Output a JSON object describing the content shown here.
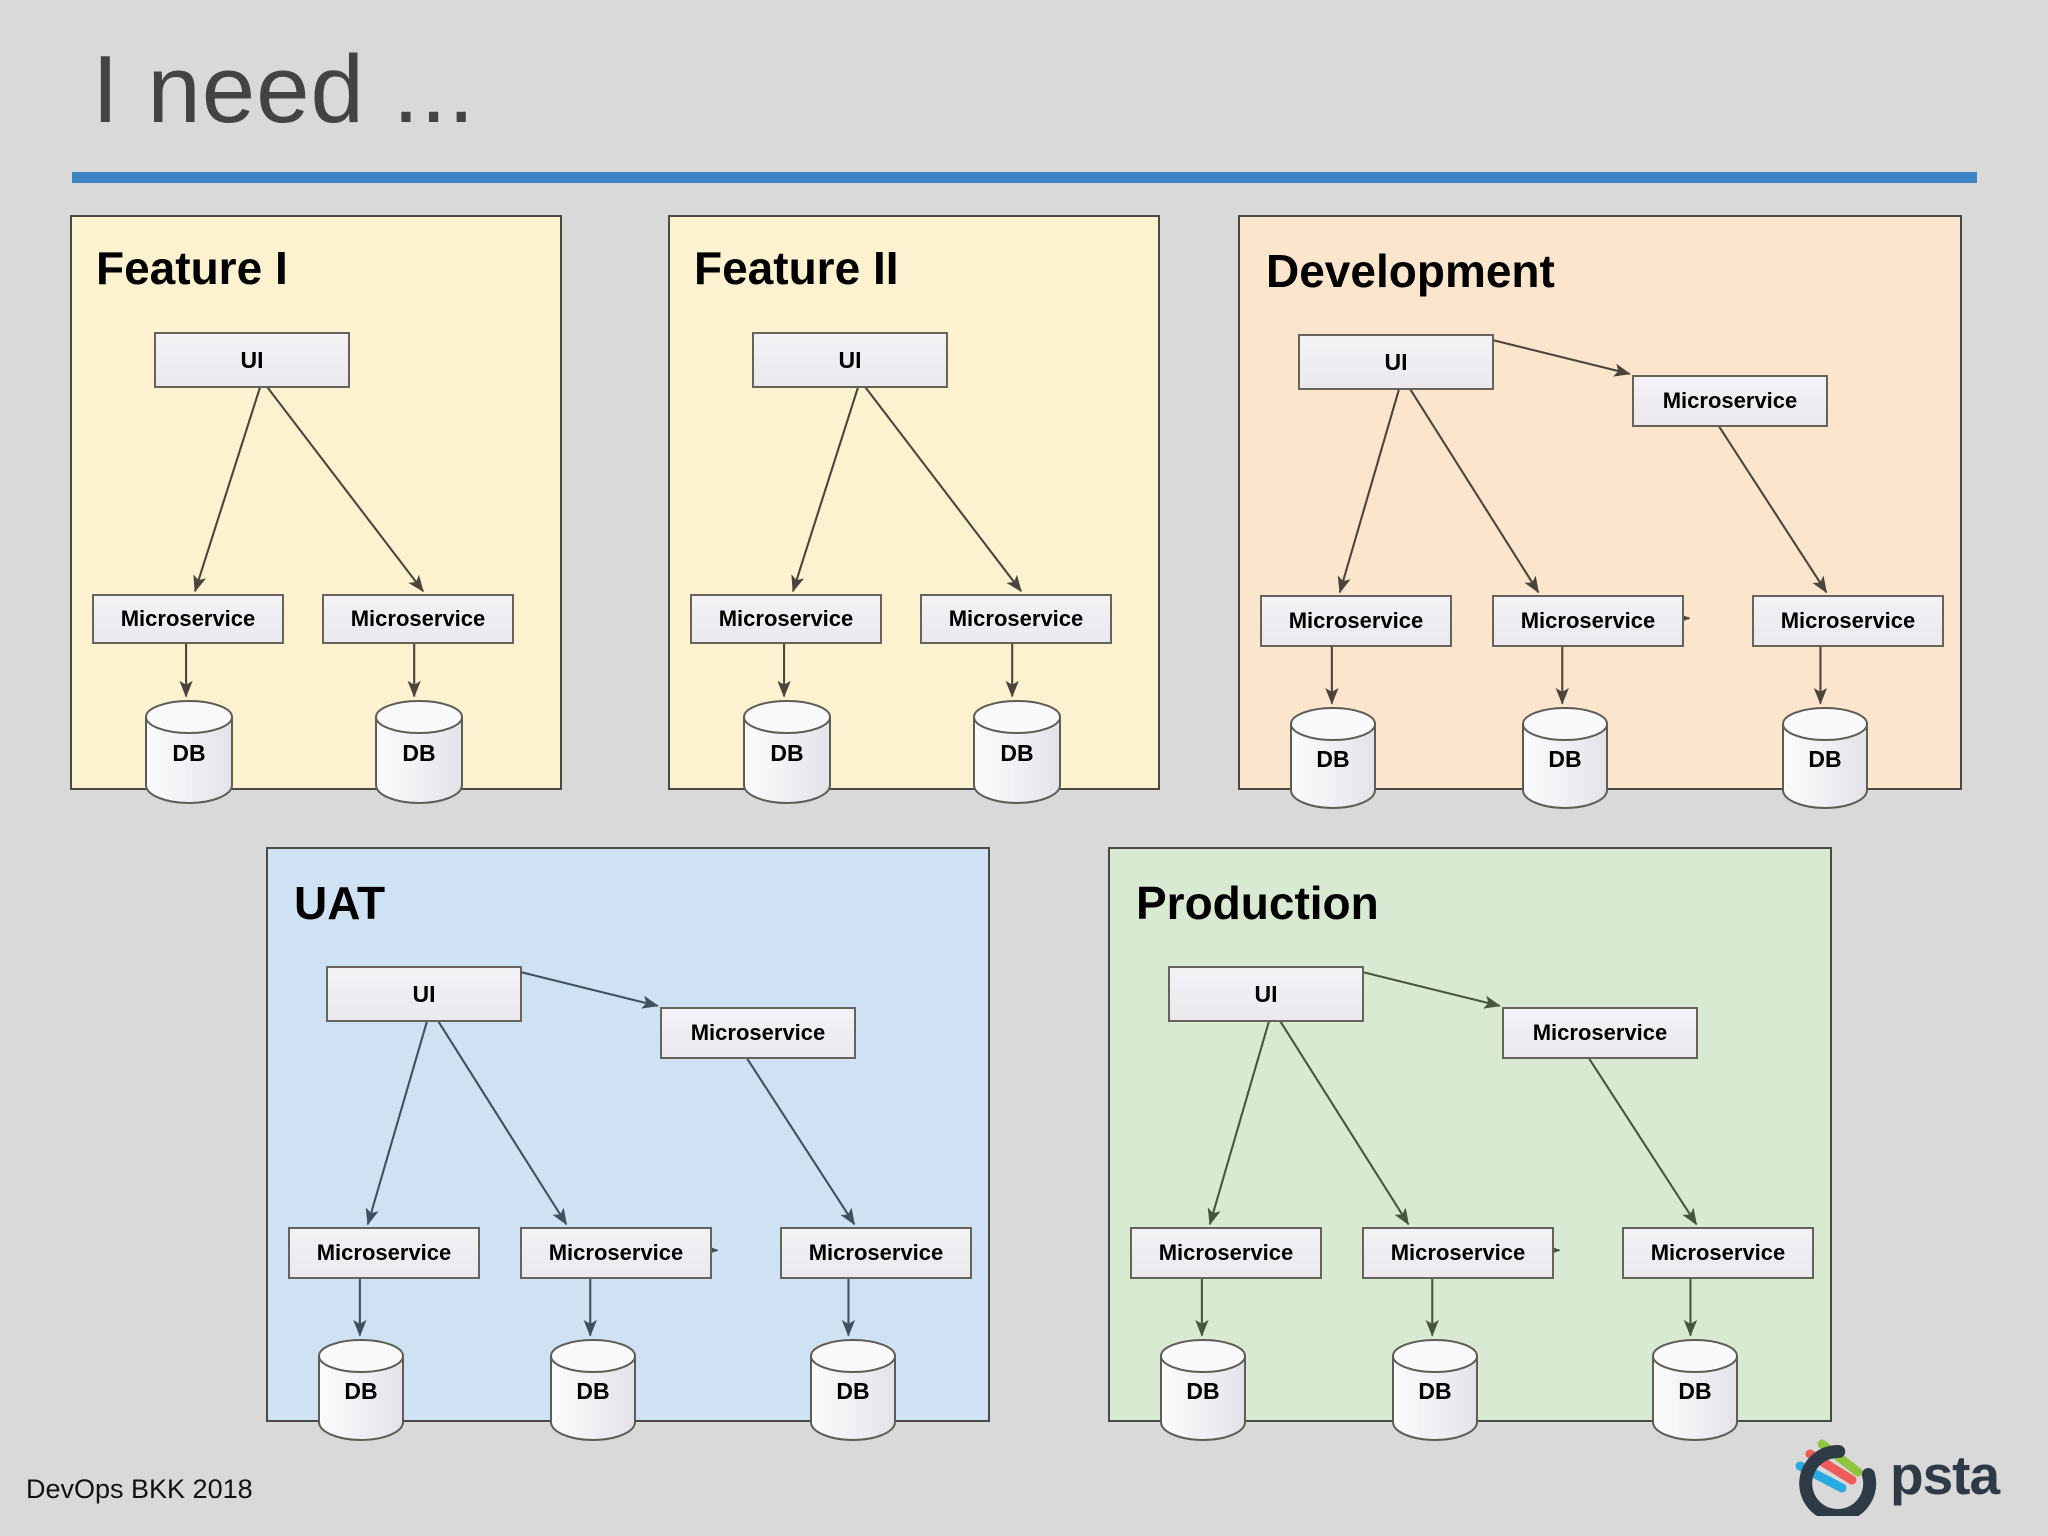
{
  "slide": {
    "title": "I need ...",
    "accent_color": "#3d85c6",
    "background_color": "#d9d9d9"
  },
  "footer": {
    "event": "DevOps BKK 2018",
    "logo_name": "Opsta",
    "logo_wordmark": "psta",
    "logo_colors": {
      "wordmark": "#2f3a47",
      "streak_green": "#8ec63f",
      "streak_red": "#ef5b5b",
      "streak_blue": "#29a9e1"
    }
  },
  "node_labels": {
    "ui": "UI",
    "microservice": "Microservice",
    "db": "DB"
  },
  "panels": [
    {
      "id": "feature-1",
      "title": "Feature I",
      "background_color": "#fdf2cf",
      "border_color": "#4a4a45",
      "arrow_color": "#4a443c",
      "topology": "ui-to-two-microservices-to-two-dbs"
    },
    {
      "id": "feature-2",
      "title": "Feature II",
      "background_color": "#fdf2cf",
      "border_color": "#4a4a45",
      "arrow_color": "#4a443c",
      "topology": "ui-to-two-microservices-to-two-dbs"
    },
    {
      "id": "development",
      "title": "Development",
      "background_color": "#fce5cd",
      "border_color": "#4a4a45",
      "arrow_color": "#4a443c",
      "topology": "ui-to-three-microservices-to-three-dbs"
    },
    {
      "id": "uat",
      "title": "UAT",
      "background_color": "#cfe2f3",
      "border_color": "#4a4a45",
      "arrow_color": "#3f4f5c",
      "topology": "ui-to-three-microservices-to-three-dbs"
    },
    {
      "id": "production",
      "title": "Production",
      "background_color": "#d9ead3",
      "border_color": "#4a4a45",
      "arrow_color": "#47553f",
      "topology": "ui-to-three-microservices-to-three-dbs"
    }
  ]
}
